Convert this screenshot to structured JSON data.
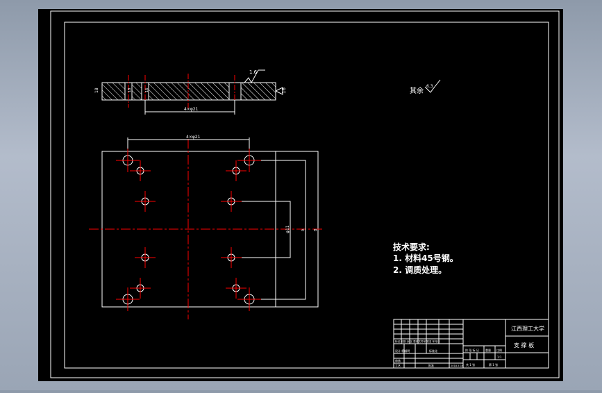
{
  "colors": {
    "background": "#000000",
    "lines": "#ffffff",
    "centerlines": "#ff0000",
    "viewport_frame": "#8e9aaa"
  },
  "section_view": {
    "roughness_value": "1.6",
    "thickness_label": "18",
    "hole_span_label": "4×φ21",
    "left_mark": "18",
    "inner_mark": "16",
    "right_mark": "16"
  },
  "plan_view": {
    "top_dim_label": "4×φ21",
    "dim_inner_label": "φ11",
    "dim_mid_label": "A",
    "dim_outer_label": "B"
  },
  "remaining_roughness": {
    "label": "其余",
    "value": "6.3"
  },
  "technical_requirements": {
    "title": "技术要求:",
    "items": [
      "1. 材料45号钢。",
      "2. 调质处理。"
    ]
  },
  "title_block": {
    "university": "江西理工大学",
    "part_name": "支 撑 板",
    "scale": "1:1",
    "row_markers": "标记 处数 分 区 更改文件号 签名 年月日",
    "designer_row": "设计 杨顺明",
    "standardize_label": "标准化",
    "review_label": "审核",
    "process_label": "工艺",
    "approve_label": "批准",
    "date": "2018.5.16",
    "stage_headers": "阶 段 标 记",
    "weight_label": "重量",
    "scale_label": "比例",
    "sheets_total": "共 1 张",
    "sheet_no": "第 1 张"
  }
}
